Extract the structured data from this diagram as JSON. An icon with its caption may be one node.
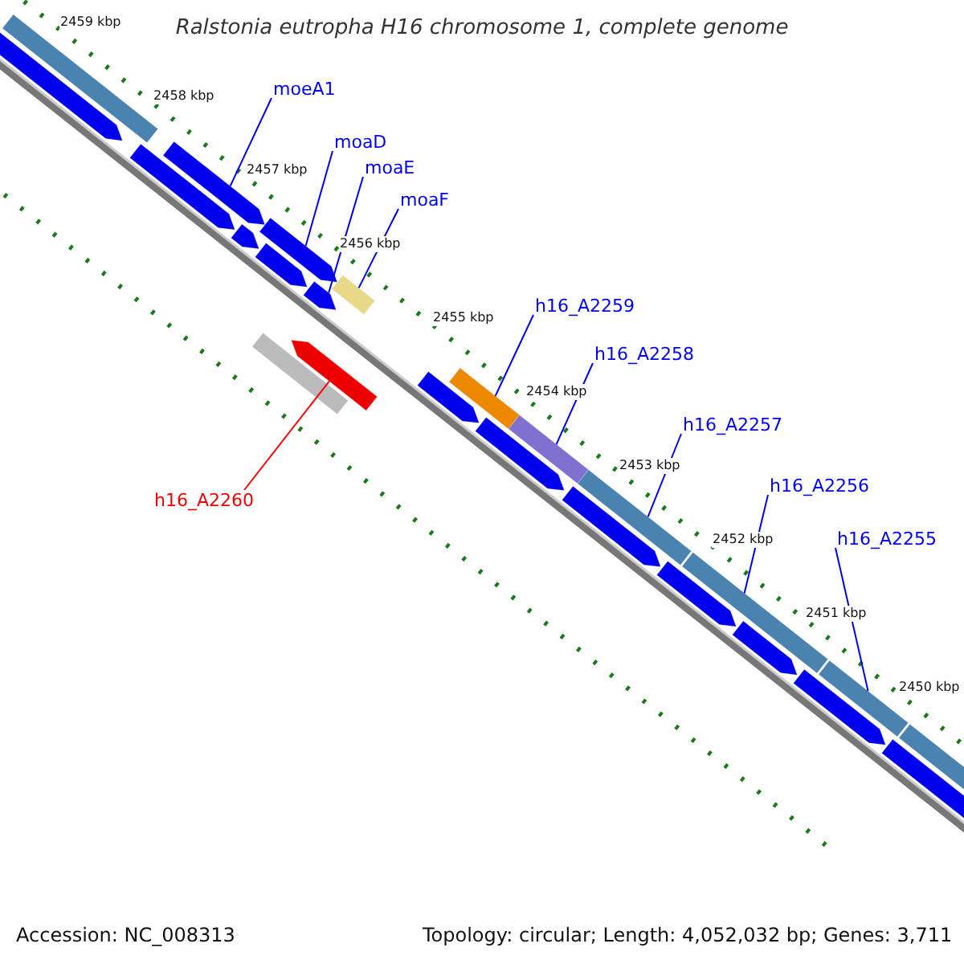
{
  "diagram": {
    "title": "Ralstonia eutropha H16 chromosome 1, complete genome",
    "nodes": [
      {
        "text": [
          "moeA1"
        ]
      },
      {
        "text": [
          "moaD"
        ]
      },
      {
        "text": [
          "moaE"
        ]
      },
      {
        "text": [
          "moaF"
        ]
      },
      {
        "text": [
          "h16_A2259"
        ]
      },
      {
        "text": [
          "h16_A2258"
        ]
      },
      {
        "text": [
          "h16_A2257"
        ]
      },
      {
        "text": [
          "h16_A2256"
        ]
      },
      {
        "text": [
          "h16_A2255"
        ]
      },
      {
        "text": [
          "h16_A2260"
        ]
      },
      {
        "text": [],
        "shape": "bar"
      },
      {
        "text": [],
        "shape": "arrow"
      },
      {
        "text": [],
        "shape": "arrow"
      },
      {
        "text": [],
        "shape": "arrow"
      },
      {
        "text": [],
        "shape": "arrow"
      },
      {
        "text": [],
        "shape": "arrow"
      },
      {
        "text": [],
        "shape": "arrow"
      },
      {
        "text": [],
        "shape": "bar"
      },
      {
        "text": [],
        "shape": "arrow"
      },
      {
        "text": [],
        "shape": "bar"
      },
      {
        "text": [],
        "shape": "arrow"
      },
      {
        "text": [],
        "shape": "arrow"
      },
      {
        "text": [],
        "shape": "bar"
      },
      {
        "text": [],
        "shape": "arrow"
      },
      {
        "text": [],
        "shape": "bar"
      },
      {
        "text": [],
        "shape": "arrow"
      },
      {
        "text": [],
        "shape": "bar"
      },
      {
        "text": [],
        "shape": "arrow"
      },
      {
        "text": [],
        "shape": "bar"
      },
      {
        "text": [],
        "shape": "arrow"
      },
      {
        "text": [],
        "shape": "arrow"
      },
      {
        "text": [],
        "shape": "bar"
      },
      {
        "text": [],
        "shape": "arrow"
      },
      {
        "text": [],
        "shape": "bar"
      }
    ],
    "edges": [
      {
        "from": 0,
        "to": 13,
        "arrow": "none"
      },
      {
        "from": 1,
        "to": 15,
        "arrow": "none"
      },
      {
        "from": 2,
        "to": 18,
        "arrow": "none"
      },
      {
        "from": 3,
        "to": 19,
        "arrow": "none"
      },
      {
        "from": 4,
        "to": 22,
        "arrow": "none"
      },
      {
        "from": 5,
        "to": 24,
        "arrow": "none"
      },
      {
        "from": 6,
        "to": 26,
        "arrow": "none"
      },
      {
        "from": 7,
        "to": 28,
        "arrow": "none"
      },
      {
        "from": 8,
        "to": 31,
        "arrow": "none"
      },
      {
        "from": 9,
        "to": 20,
        "arrow": "none",
        "color": "#ff0000"
      }
    ],
    "labels": [
      "2459 kbp",
      "2458 kbp",
      "2457 kbp",
      "2456 kbp",
      "2455 kbp",
      "2454 kbp",
      "2453 kbp",
      "2452 kbp",
      "2451 kbp",
      "2450 kbp",
      "Accession: NC_008313",
      "Topology: circular; Length: 4,052,032 bp; Genes: 3,711"
    ]
  }
}
